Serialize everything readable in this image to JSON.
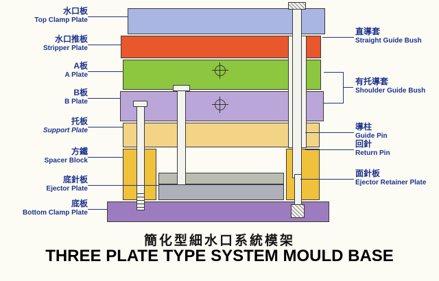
{
  "title": {
    "chinese": "簡化型細水口系統模架",
    "english": "THREE PLATE TYPE SYSTEM MOULD BASE"
  },
  "left_labels": [
    {
      "zh": "水口板",
      "en": "Top Clamp Plate"
    },
    {
      "zh": "水口推板",
      "en": "Stripper Plate"
    },
    {
      "zh": "A板",
      "en": "A Plate"
    },
    {
      "zh": "B板",
      "en": "B Plate"
    },
    {
      "zh": "托板",
      "en": "Support Plate"
    },
    {
      "zh": "方鐵",
      "en": "Spacer Block"
    },
    {
      "zh": "底針板",
      "en": "Ejector Plate"
    },
    {
      "zh": "底板",
      "en": "Bottom Clamp Plate"
    }
  ],
  "right_labels": [
    {
      "zh": "直導套",
      "en": "Straight Guide Bush"
    },
    {
      "zh": "有托導套",
      "en": "Shoulder Guide Bush"
    },
    {
      "zh": "導柱",
      "en": "Guide Pin"
    },
    {
      "zh": "回針",
      "en": "Return Pin"
    },
    {
      "zh": "面針板",
      "en": "Ejector Retainer Plate"
    }
  ],
  "colors": {
    "top_clamp": "#a9b6e3",
    "stripper": "#e8582c",
    "a_plate": "#8dc63f",
    "b_plate": "#baa6d8",
    "support": "#f3d487",
    "spacer": "#f0c23c",
    "retainer": "#b9beb0",
    "ejector": "#aeb1b9",
    "bottom_clamp": "#9c7cbe",
    "label_text": "#1c338c",
    "outline": "#3a3a3a",
    "line": "#25357d"
  }
}
